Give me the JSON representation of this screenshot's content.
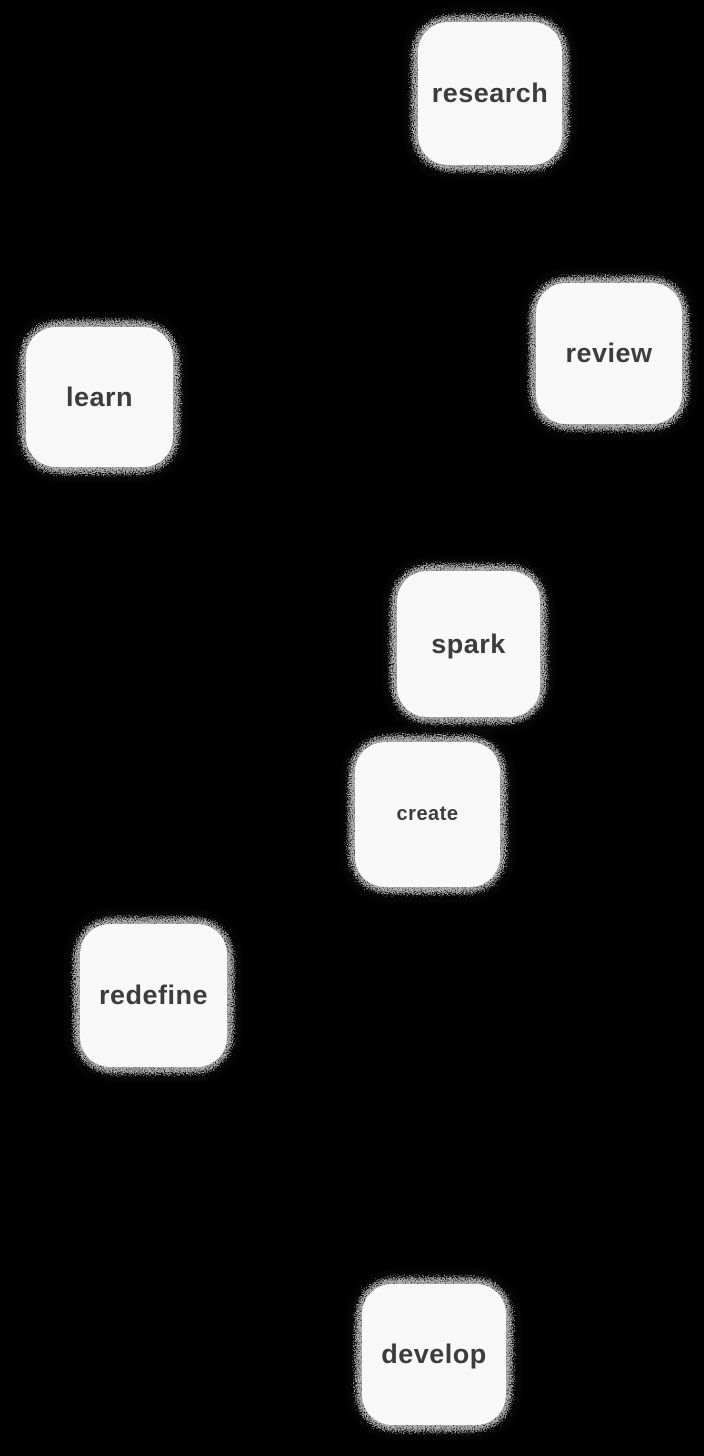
{
  "canvas": {
    "background_color": "#000000"
  },
  "card_style": {
    "background_color": "#f8f8f8",
    "text_color": "#3c3c3c",
    "halo_speckle_color": "#adadad"
  },
  "cards": [
    {
      "label": "research"
    },
    {
      "label": "review"
    },
    {
      "label": "learn"
    },
    {
      "label": "spark"
    },
    {
      "label": "create"
    },
    {
      "label": "redefine"
    },
    {
      "label": "develop"
    }
  ]
}
